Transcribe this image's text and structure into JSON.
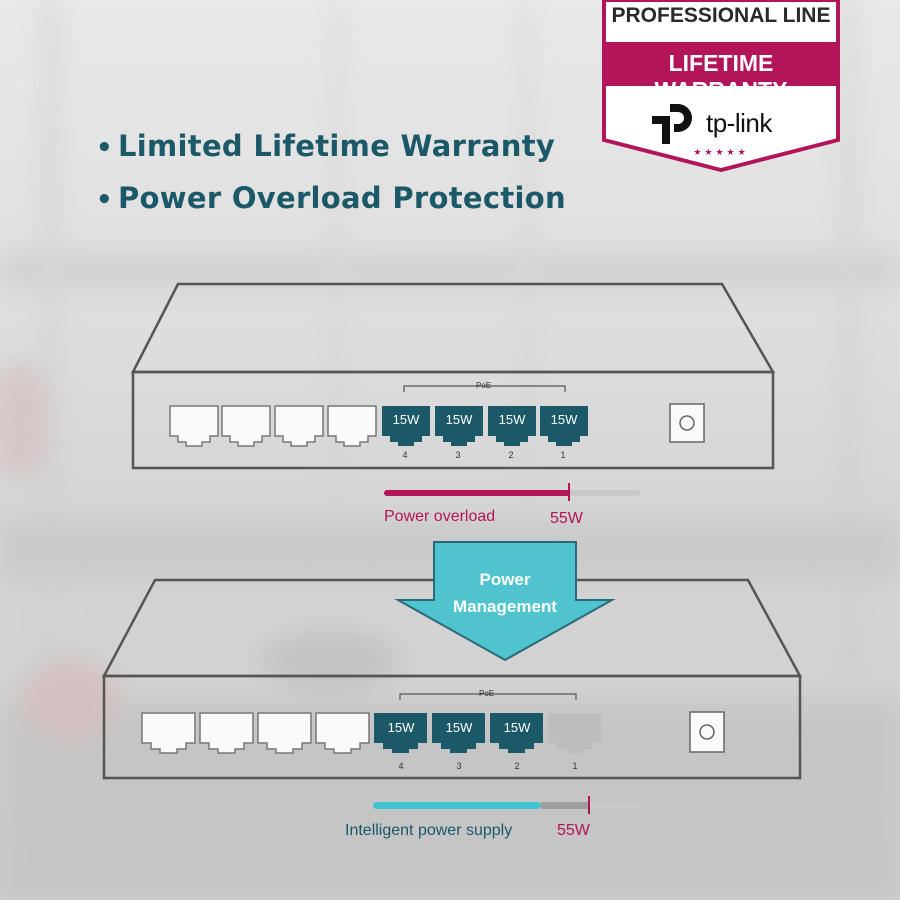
{
  "features": [
    "Limited Lifetime Warranty",
    "Power Overload Protection"
  ],
  "badge": {
    "line1": "PROFESSIONAL LINE",
    "line2": "LIFETIME WARRANTY",
    "brand": "tp-link",
    "stars": "★★★★★",
    "color_magenta": "#b3155b"
  },
  "top_switch": {
    "poe_label": "PoE",
    "poe_ports": [
      {
        "label": "15W",
        "number": "4"
      },
      {
        "label": "15W",
        "number": "3"
      },
      {
        "label": "15W",
        "number": "2"
      },
      {
        "label": "15W",
        "number": "1"
      }
    ],
    "bar_label": "Power overload",
    "bar_limit": "55W",
    "bar_color": "#b3155b"
  },
  "arrow": {
    "line1": "Power",
    "line2": "Management",
    "color": "#3fb8c6"
  },
  "bottom_switch": {
    "poe_label": "PoE",
    "poe_ports": [
      {
        "label": "15W",
        "number": "4",
        "active": true
      },
      {
        "label": "15W",
        "number": "3",
        "active": true
      },
      {
        "label": "15W",
        "number": "2",
        "active": true
      },
      {
        "label": "",
        "number": "1",
        "active": false
      }
    ],
    "bar_label": "Intelligent power supply",
    "bar_limit": "55W",
    "bar_color": "#3fc3d0"
  },
  "colors": {
    "teal_text": "#1b5868",
    "port_active": "#1b5868",
    "port_inactive": "#bdbdbd"
  }
}
